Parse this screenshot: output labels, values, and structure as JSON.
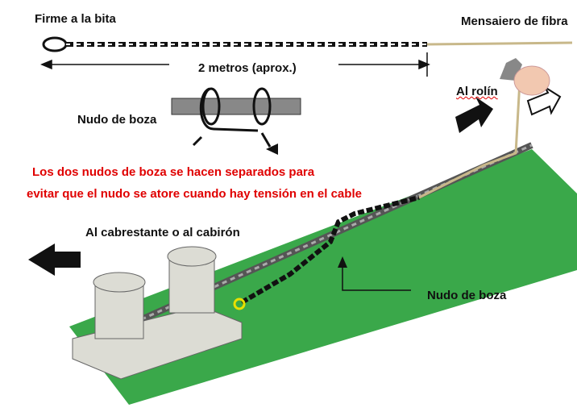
{
  "labels": {
    "firm_bitt": "Firme a la bita",
    "fiber_messenger": "Mensaiero de fibra",
    "length": "2 metros (aprox.)",
    "stopper_knot_top": "Nudo de boza",
    "to_roller": "Al rolín",
    "note_line1": "Los dos nudos de boza se hacen separados para",
    "note_line2": "evitar que el nudo se atore cuando hay tensión en el cable",
    "to_capstan": "Al cabrestante o al cabirón",
    "stopper_knot_bottom": "Nudo de boza"
  },
  "colors": {
    "note": "#e00000",
    "deck": "#3aa84a",
    "rope": "#c8b88a",
    "chain": "#111111",
    "bitt": "#d8d8d0"
  }
}
